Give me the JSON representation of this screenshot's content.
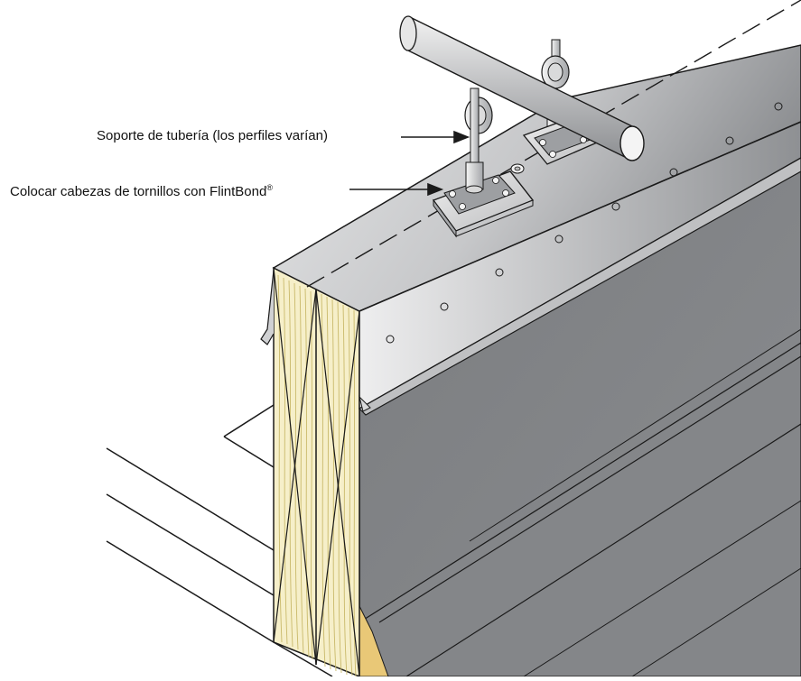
{
  "labels": {
    "pipe_support": "Soporte de tubería (los perfiles varían)",
    "screw_heads_text": "Colocar cabezas de tornillos con FlintBond",
    "screw_heads_mark": "®"
  },
  "colors": {
    "membrane_light": "#d6d7d9",
    "membrane_dark": "#7d7f82",
    "wall_face": "#808285",
    "wood": "#f6efc9",
    "wood_grain": "#c9b96a",
    "insulation": "#e9c877",
    "outline": "#1a1a1a"
  },
  "icons": {
    "pipe": "horizontal-cylinder",
    "fastener": "circle-screw-mark",
    "arrow": "leader-arrow"
  }
}
